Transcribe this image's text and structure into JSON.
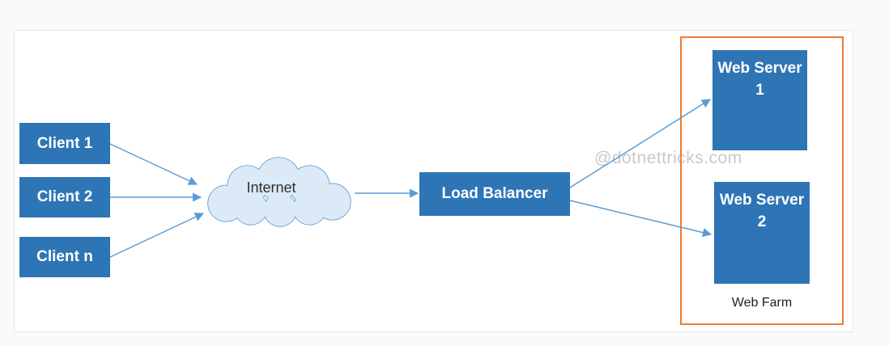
{
  "diagram": {
    "clients": [
      {
        "label": "Client 1"
      },
      {
        "label": "Client 2"
      },
      {
        "label": "Client n"
      }
    ],
    "internet": {
      "label": "Internet"
    },
    "load_balancer": {
      "label": "Load Balancer"
    },
    "web_farm": {
      "label": "Web Farm",
      "servers": [
        {
          "label": "Web Server 1"
        },
        {
          "label": "Web Server 2"
        }
      ]
    },
    "watermark": "@dotnettricks.com"
  },
  "colors": {
    "node_fill": "#2e75b6",
    "node_text": "#ffffff",
    "arrow": "#5b9bd5",
    "cloud_fill": "#dce9f7",
    "cloud_stroke": "#5b9bd5",
    "farm_border": "#ed7d31",
    "watermark": "#c9c9c9",
    "panel_border": "#e8e8e8",
    "page_bg": "#fafafa"
  }
}
